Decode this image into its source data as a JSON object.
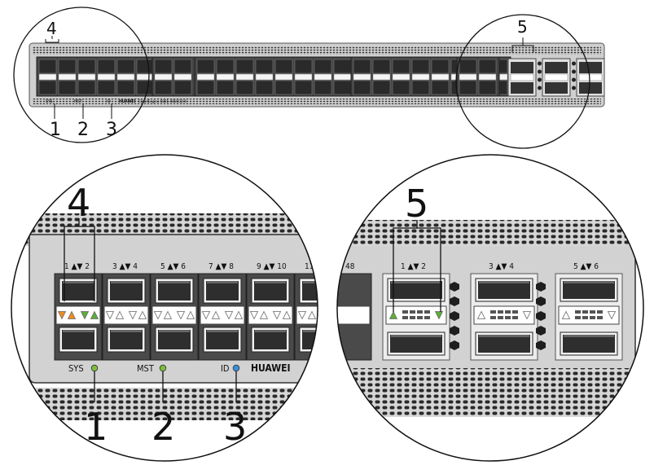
{
  "overview": {
    "led_labels": {
      "sys": "SYS",
      "mst": "MST",
      "id": "ID"
    },
    "brand": "HUAWEI",
    "model": "CloudEngine 6881-48S6CQ-K",
    "callouts": [
      "1",
      "2",
      "3",
      "4",
      "5"
    ]
  },
  "left_detail": {
    "port_labels": [
      "1 ▲▼ 2",
      "3 ▲▼ 4",
      "5 ▲▼ 6",
      "7 ▲▼ 8",
      "9 ▲▼ 10",
      "11"
    ],
    "led_labels": {
      "sys": "SYS",
      "mst": "MST",
      "id": "ID"
    },
    "brand": "HUAWEI",
    "callouts": {
      "sys": "1",
      "mst": "2",
      "id": "3",
      "port_indicator": "4"
    }
  },
  "right_detail": {
    "edge_label": "48",
    "port_labels": [
      "1 ▲▼ 2",
      "3 ▲▼ 4",
      "5 ▲▼ 6"
    ],
    "callouts": {
      "uplink_indicator": "5"
    }
  },
  "colors": {
    "chassis": "#d9d9d9",
    "panel_dark": "#3a3a3a",
    "led_green": "#7cbd3a",
    "led_blue": "#3a8fd6",
    "indicator_orange": "#f08a24",
    "indicator_green": "#5cae3a"
  }
}
